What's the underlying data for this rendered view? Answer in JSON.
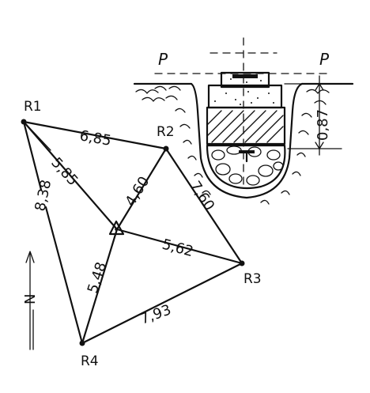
{
  "plan": {
    "points": [
      {
        "id": "r1",
        "label": "R1"
      },
      {
        "id": "r2",
        "label": "R2"
      },
      {
        "id": "r3",
        "label": "R3"
      },
      {
        "id": "r4",
        "label": "R4"
      }
    ],
    "distances": {
      "r1_r2": "6,85",
      "r1_center": "5,85",
      "r1_r4": "8,38",
      "r2_center": "4,60",
      "r2_r3": "7,60",
      "center_r3": "5,62",
      "center_r4": "5,48",
      "r4_r3": "7,93"
    },
    "north_label": "N"
  },
  "section": {
    "level_label_left": "P",
    "level_label_right": "P",
    "depth": "0,87"
  }
}
